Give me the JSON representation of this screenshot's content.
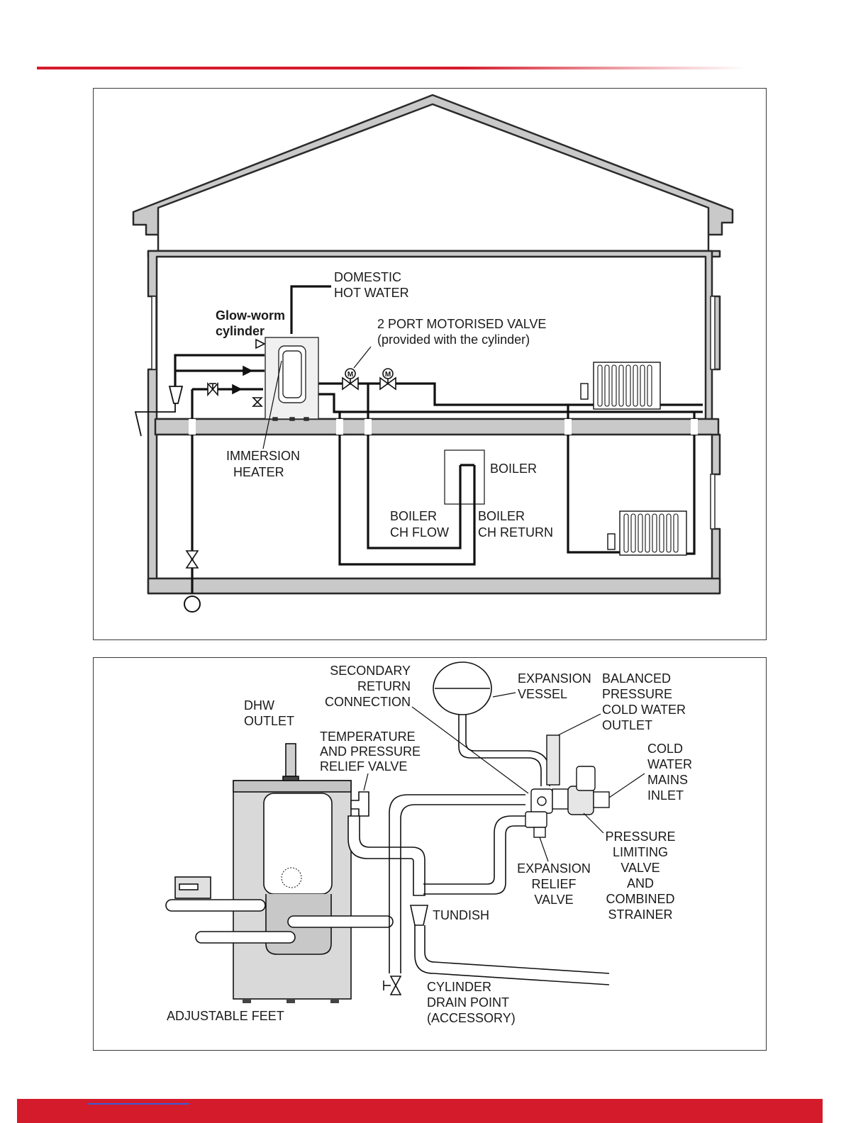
{
  "header": {
    "rule_color": "#d41b2c"
  },
  "footer": {
    "bar_color": "#d41b2c",
    "link_color": "#3a5bd9"
  },
  "top_diagram": {
    "labels": {
      "domestic_hot_water_1": "DOMESTIC",
      "domestic_hot_water_2": "HOT WATER",
      "cylinder_name_1": "Glow-worm",
      "cylinder_name_2": "cylinder",
      "motorised_valve_1": "2 PORT MOTORISED VALVE",
      "motorised_valve_2": "(provided with the cylinder)",
      "immersion_heater_1": "IMMERSION",
      "immersion_heater_2": "HEATER",
      "boiler": "BOILER",
      "boiler_ch_flow_1": "BOILER",
      "boiler_ch_flow_2": "CH FLOW",
      "boiler_ch_return_1": "BOILER",
      "boiler_ch_return_2": "CH RETURN",
      "valve_symbol": "M"
    }
  },
  "bottom_diagram": {
    "labels": {
      "secondary_return_1": "SECONDARY",
      "secondary_return_2": "RETURN",
      "secondary_return_3": "CONNECTION",
      "expansion_vessel_1": "EXPANSION",
      "expansion_vessel_2": "VESSEL",
      "balanced_pressure_1": "BALANCED",
      "balanced_pressure_2": "PRESSURE",
      "balanced_pressure_3": "COLD WATER",
      "balanced_pressure_4": "OUTLET",
      "dhw_outlet_1": "DHW",
      "dhw_outlet_2": "OUTLET",
      "tprv_1": "TEMPERATURE",
      "tprv_2": "AND PRESSURE",
      "tprv_3": "RELIEF VALVE",
      "cold_mains_1": "COLD",
      "cold_mains_2": "WATER",
      "cold_mains_3": "MAINS",
      "cold_mains_4": "INLET",
      "pressure_limiting_1": "PRESSURE",
      "pressure_limiting_2": "LIMITING",
      "pressure_limiting_3": "VALVE",
      "pressure_limiting_4": "AND",
      "pressure_limiting_5": "COMBINED",
      "pressure_limiting_6": "STRAINER",
      "expansion_relief_1": "EXPANSION",
      "expansion_relief_2": "RELIEF",
      "expansion_relief_3": "VALVE",
      "tundish": "TUNDISH",
      "drain_point_1": "CYLINDER",
      "drain_point_2": "DRAIN POINT",
      "drain_point_3": "(ACCESSORY)",
      "adjustable_feet": "ADJUSTABLE FEET"
    }
  }
}
